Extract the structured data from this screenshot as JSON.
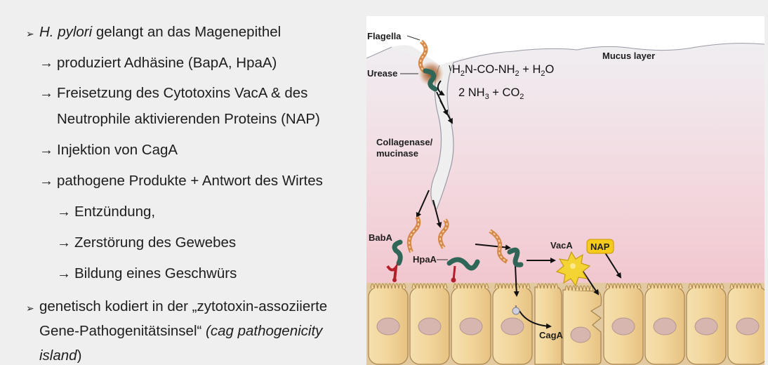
{
  "bullets": {
    "b1": {
      "marker": "➢",
      "italic": "H.  pylori",
      "text": " gelangt an das Magenepithel"
    },
    "b2": {
      "marker": "→",
      "text": "produziert Adhäsine (BapA, HpaA)"
    },
    "b3": {
      "marker": "→",
      "line1": "Freisetzung des Cytotoxins VacA & des",
      "line2": "Neutrophile aktivierenden Proteins (NAP)"
    },
    "b4": {
      "marker": "→",
      "text": "Injektion von CagA"
    },
    "b5": {
      "marker": "→",
      "text": "pathogene Produkte + Antwort des Wirtes"
    },
    "b6": {
      "marker": "→",
      "text": "Entzündung,"
    },
    "b7": {
      "marker": "→",
      "text": "Zerstörung des Gewebes"
    },
    "b8": {
      "marker": "→",
      "text": "Bildung eines Geschwürs"
    },
    "b9": {
      "marker": "➢",
      "line1": "genetisch kodiert in der „zytotoxin-assoziierte",
      "line2_plain": "Gene-Pathogenitätsinsel“ ",
      "line2_italic": "(cag pathogenicity",
      "line3_italic": "island",
      "line3_plain": ")"
    }
  },
  "figure": {
    "labels": {
      "flagella": "Flagella",
      "urease": "Urease",
      "mucus_layer": "Mucus layer",
      "collagenase_1": "Collagenase/",
      "collagenase_2": "mucinase",
      "baba": "BabA",
      "hpaa": "HpaA",
      "vaca": "VacA",
      "nap": "NAP",
      "caga": "CagA"
    },
    "reaction": {
      "r_h2n": "H",
      "r_2": "2",
      "r_nco": "N-CO-NH",
      "r_2b": "2",
      "r_plus": " + H",
      "r_2c": "2",
      "r_o": "O",
      "p_nh": "2 NH",
      "p_3": "3",
      "p_plus": " + CO",
      "p_2": "2"
    },
    "colors": {
      "background": "#efefef",
      "mucus_top": "#f0eef2",
      "mucus_bottom": "#f2c4cc",
      "cell": "#f2d59b",
      "nucleus": "#d7b6b0",
      "bacterium": "#2f6657",
      "flagella": "#d4884a",
      "receptor": "#b31f2a",
      "nap_fill": "#f7cb1c",
      "vaca_fill": "#f3d432"
    }
  }
}
